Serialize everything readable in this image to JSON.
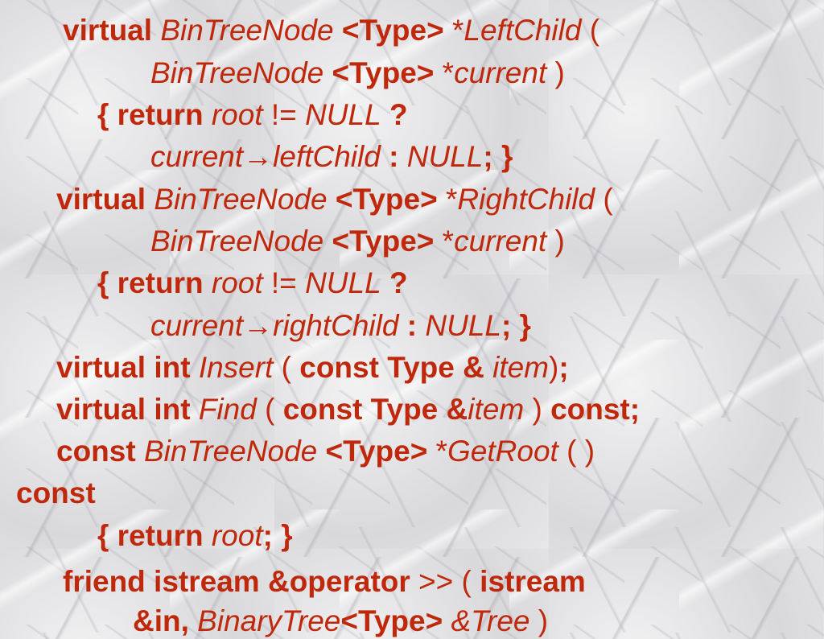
{
  "code_lines": [
    [
      [
        "virtual",
        "b"
      ],
      [
        " ",
        ""
      ],
      [
        "BinTreeNode",
        "i"
      ],
      [
        " ",
        ""
      ],
      [
        "<Type>",
        "b"
      ],
      [
        " *",
        ""
      ],
      [
        "LeftChild",
        "i"
      ],
      [
        " (",
        ""
      ]
    ],
    [
      [
        "BinTreeNode",
        "i"
      ],
      [
        " ",
        ""
      ],
      [
        "<Type>",
        "b"
      ],
      [
        " *",
        ""
      ],
      [
        "current",
        "i"
      ],
      [
        " )",
        ""
      ]
    ],
    [
      [
        "{ return",
        "b"
      ],
      [
        " ",
        ""
      ],
      [
        "root",
        "i"
      ],
      [
        " != ",
        ""
      ],
      [
        "NULL",
        "i"
      ],
      [
        " ",
        ""
      ],
      [
        "?",
        "b"
      ]
    ],
    [
      [
        "current",
        "i"
      ],
      [
        "→",
        ""
      ],
      [
        "leftChild",
        "i"
      ],
      [
        " ",
        ""
      ],
      [
        ":",
        "b"
      ],
      [
        " ",
        ""
      ],
      [
        "NULL",
        "i"
      ],
      [
        "; }",
        "b"
      ]
    ],
    [
      [
        "virtual",
        "b"
      ],
      [
        " ",
        ""
      ],
      [
        "BinTreeNode",
        "i"
      ],
      [
        " ",
        ""
      ],
      [
        "<Type>",
        "b"
      ],
      [
        " *",
        ""
      ],
      [
        "RightChild",
        "i"
      ],
      [
        " (",
        ""
      ]
    ],
    [
      [
        "BinTreeNode",
        "i"
      ],
      [
        " ",
        ""
      ],
      [
        "<Type>",
        "b"
      ],
      [
        " *",
        ""
      ],
      [
        "current",
        "i"
      ],
      [
        " )",
        ""
      ]
    ],
    [
      [
        "{ return",
        "b"
      ],
      [
        " ",
        ""
      ],
      [
        "root",
        "i"
      ],
      [
        " != ",
        ""
      ],
      [
        "NULL",
        "i"
      ],
      [
        " ",
        ""
      ],
      [
        "?",
        "b"
      ]
    ],
    [
      [
        "current",
        "i"
      ],
      [
        "→",
        ""
      ],
      [
        "rightChild",
        "i"
      ],
      [
        " ",
        ""
      ],
      [
        ":",
        "b"
      ],
      [
        " ",
        ""
      ],
      [
        "NULL",
        "i"
      ],
      [
        "; }",
        "b"
      ]
    ],
    [
      [
        "virtual int",
        "b"
      ],
      [
        " ",
        ""
      ],
      [
        "Insert",
        "i"
      ],
      [
        " ( ",
        ""
      ],
      [
        "const Type &",
        "b"
      ],
      [
        " ",
        ""
      ],
      [
        "item",
        "i"
      ],
      [
        ")",
        ""
      ],
      [
        ";",
        "b"
      ]
    ],
    [
      [
        "virtual int",
        "b"
      ],
      [
        " ",
        ""
      ],
      [
        "Find",
        "i"
      ],
      [
        " ( ",
        ""
      ],
      [
        "const Type &",
        "b"
      ],
      [
        "item",
        "i"
      ],
      [
        " ) ",
        ""
      ],
      [
        "const;",
        "b"
      ]
    ],
    [
      [
        "const",
        "b"
      ],
      [
        " ",
        ""
      ],
      [
        "BinTreeNode",
        "i"
      ],
      [
        " ",
        ""
      ],
      [
        "<Type>",
        "b"
      ],
      [
        " *",
        ""
      ],
      [
        "GetRoot",
        "i"
      ],
      [
        " ( )",
        ""
      ]
    ],
    [
      [
        "const",
        "b"
      ]
    ],
    [
      [
        "{ return",
        "b"
      ],
      [
        " ",
        ""
      ],
      [
        "root",
        "i"
      ],
      [
        "; }",
        "b"
      ]
    ],
    [
      [
        "friend istream &operator",
        "b"
      ],
      [
        " >> ( ",
        ""
      ],
      [
        "istream",
        "b"
      ]
    ],
    [
      [
        "&in,",
        "b"
      ],
      [
        " ",
        ""
      ],
      [
        "BinaryTree",
        "i"
      ],
      [
        "<Type>",
        "b"
      ],
      [
        " ",
        ""
      ],
      [
        "&Tree",
        "i"
      ],
      [
        " )",
        ""
      ]
    ]
  ]
}
